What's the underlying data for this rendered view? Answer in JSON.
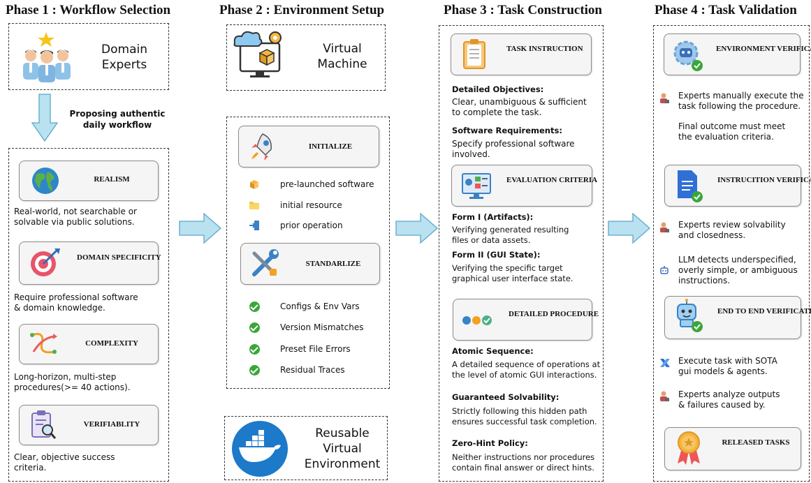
{
  "phases": [
    {
      "title": "Phase 1 : Workflow Selection"
    },
    {
      "title": "Phase 2 : Environment Setup"
    },
    {
      "title": "Phase 3 : Task Construction"
    },
    {
      "title": "Phase 4 : Task Validation"
    }
  ],
  "phase1": {
    "experts_label": "Domain\nExperts",
    "arrow_label": "Proposing authentic\ndaily workflow",
    "criteria": [
      {
        "title": "REALISM",
        "desc": "Real-world, not searchable or\nsolvable via public solutions."
      },
      {
        "title": "DOMAIN\nSPECIFICITY",
        "desc": "Require professional software\n& domain knowledge."
      },
      {
        "title": "COMPLEXITY",
        "desc": "Long-horizon, multi-step\nprocedures(>= 40 actions)."
      },
      {
        "title": "VERIFIABLITY",
        "desc": "Clear, objective success\ncriteria."
      }
    ]
  },
  "phase2": {
    "vm_label": "Virtual\nMachine",
    "initialize_title": "INITIALIZE",
    "init_items": [
      "pre-launched software",
      "initial resource",
      "prior operation"
    ],
    "standardize_title": "STANDARLIZE",
    "std_items": [
      "Configs & Env Vars",
      "Version Mismatches",
      "Preset File Errors",
      "Residual Traces"
    ],
    "reusable_label": "Reusable\nVirtual\nEnvironment"
  },
  "phase3": {
    "task_instruction_title": "TASK\nINSTRUCTION",
    "detailed_objectives_head": "Detailed Objectives:",
    "detailed_objectives_body": "Clear, unambiguous & sufficient\nto complete the task.",
    "software_req_head": "Software Requirements:",
    "software_req_body": "Specify professional software\ninvolved.",
    "eval_title": "EVALUATION\nCRITERIA",
    "form1_head": "Form I (Artifacts):",
    "form1_body": "Verifying generated resulting\nfiles or data assets.",
    "form2_head": "Form II (GUI State):",
    "form2_body": "Verifying the specific target\ngraphical user interface state.",
    "procedure_title": "DETAILED\nPROCEDURE",
    "atomic_head": "Atomic Sequence:",
    "atomic_body": "A detailed sequence of operations at\nthe level of atomic GUI interactions.",
    "guaranteed_head": "Guaranteed Solvability:",
    "guaranteed_body": "Strictly following this hidden path\nensures successful task completion.",
    "zerohint_head": "Zero-Hint Policy:",
    "zerohint_body": "Neither instructions nor procedures\ncontain final answer or direct hints."
  },
  "phase4": {
    "env_verif_title": "ENVIRONMENT\nVERIFICATION",
    "env_verif_text1": "Experts manually execute the\ntask following the procedure.",
    "env_verif_text2": "Final outcome must meet\nthe evaluation criteria.",
    "instr_verif_title": "INSTRUCITION\nVERIFICATION",
    "instr_verif_text1": "Experts review solvability\nand closedness.",
    "instr_verif_text2": "LLM detects underspecified,\noverly simple, or ambiguous\ninstructions.",
    "e2e_title": "END TO END\nVERIFICATION",
    "e2e_text1": "Execute task with SOTA\ngui models & agents.",
    "e2e_text2": "Experts analyze outputs\n& failures caused by.",
    "released_title": "RELEASED\nTASKS"
  },
  "colors": {
    "arrow_fill": "#b9e1f0",
    "arrow_stroke": "#5ba8c9",
    "check": "#3aa63a"
  }
}
